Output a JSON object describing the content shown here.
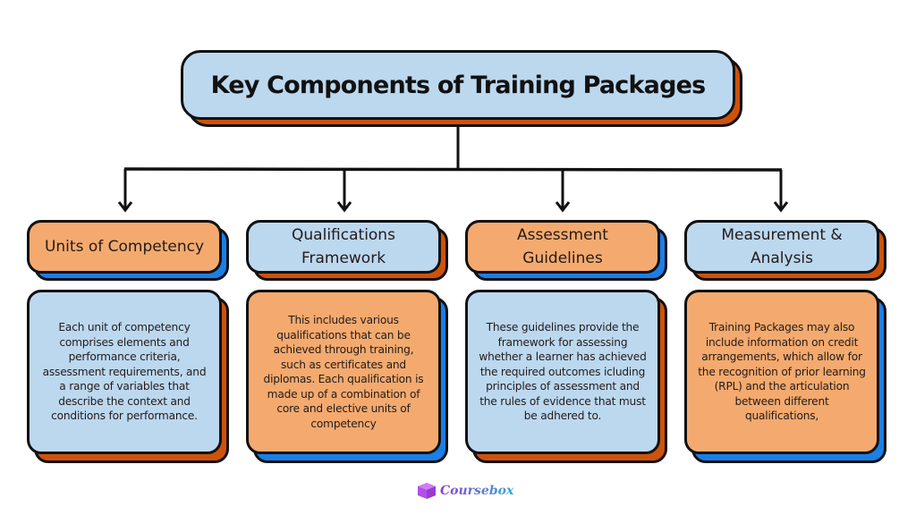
{
  "title": "Key Components of Training Packages",
  "components": [
    {
      "heading": "Units of Competency",
      "description": "Each unit of competency comprises elements and performance criteria, assessment requirements, and a range of variables that describe the context and conditions for performance.",
      "heading_color": "orange",
      "body_color": "blue"
    },
    {
      "heading": "Qualifications Framework",
      "description": "This includes various qualifications that can be achieved through  training, such as certificates and diplomas. Each qualification is made up of a combination of core and elective units of competency",
      "heading_color": "blue",
      "body_color": "orange"
    },
    {
      "heading": "Assessment Guidelines",
      "description": "These guidelines provide the framework for assessing whether a learner has achieved the required outcomes icluding principles of assessment and the rules of evidence that must be adhered to.",
      "heading_color": "orange",
      "body_color": "blue"
    },
    {
      "heading": "Measurement & Analysis",
      "description": "Training Packages may also include information on credit arrangements, which allow for the recognition of prior learning (RPL) and the articulation between different qualifications,",
      "heading_color": "blue",
      "body_color": "orange"
    }
  ],
  "colors": {
    "blue_fill": "#bcd8ef",
    "orange_fill": "#f4aa6e",
    "dark_orange_shadow": "#cf520b",
    "blue_shadow": "#1a7fe6",
    "outline": "#111111"
  },
  "branding": {
    "logo_icon": "cube-icon",
    "logo_text": "Coursebox"
  }
}
